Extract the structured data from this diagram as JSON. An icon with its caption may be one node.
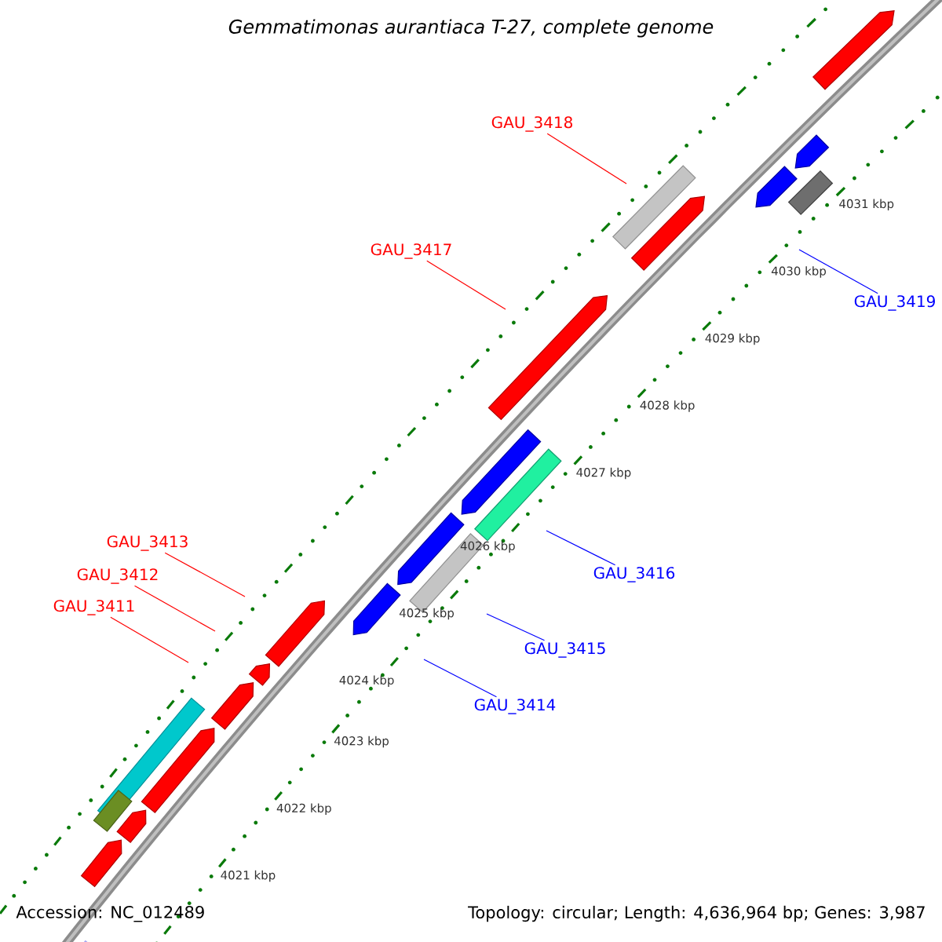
{
  "diagram": {
    "title": "*Gemmatimonas aurantiaca* T-27, complete genome",
    "nodes": [
      {
        "text": [
          "GAU_3411"
        ]
      },
      {
        "text": [
          "GAU_3412"
        ]
      },
      {
        "text": [
          "GAU_3413"
        ]
      },
      {
        "text": [
          "GAU_3414"
        ]
      },
      {
        "text": [
          "GAU_3415"
        ]
      },
      {
        "text": [
          "GAU_3416"
        ]
      },
      {
        "text": [
          "GAU_3417"
        ]
      },
      {
        "text": [
          "GAU_3418"
        ]
      },
      {
        "text": [
          "GAU_3419"
        ]
      }
    ],
    "edges": [
      {
        "from": 0,
        "to": null,
        "arrow": "none"
      },
      {
        "from": 1,
        "to": null,
        "arrow": "none"
      },
      {
        "from": 2,
        "to": null,
        "arrow": "none"
      },
      {
        "from": 3,
        "to": null,
        "arrow": "none",
        "color": "#0000ff"
      },
      {
        "from": 4,
        "to": null,
        "arrow": "none",
        "color": "#0000ff"
      },
      {
        "from": 5,
        "to": null,
        "arrow": "none",
        "color": "#0000ff"
      },
      {
        "from": 6,
        "to": null,
        "arrow": "none"
      },
      {
        "from": 7,
        "to": null,
        "arrow": "none"
      },
      {
        "from": 8,
        "to": null,
        "arrow": "none",
        "color": "#0000ff"
      }
    ],
    "labels": [
      "4021 kbp",
      "4022 kbp",
      "4023 kbp",
      "4024 kbp",
      "4025 kbp",
      "4026 kbp",
      "4027 kbp",
      "4028 kbp",
      "4029 kbp",
      "4030 kbp",
      "4031 kbp",
      "Accession: NC_012489",
      "Topology: circular; Length: 4,636,964 bp; Genes: 3,987"
    ]
  }
}
